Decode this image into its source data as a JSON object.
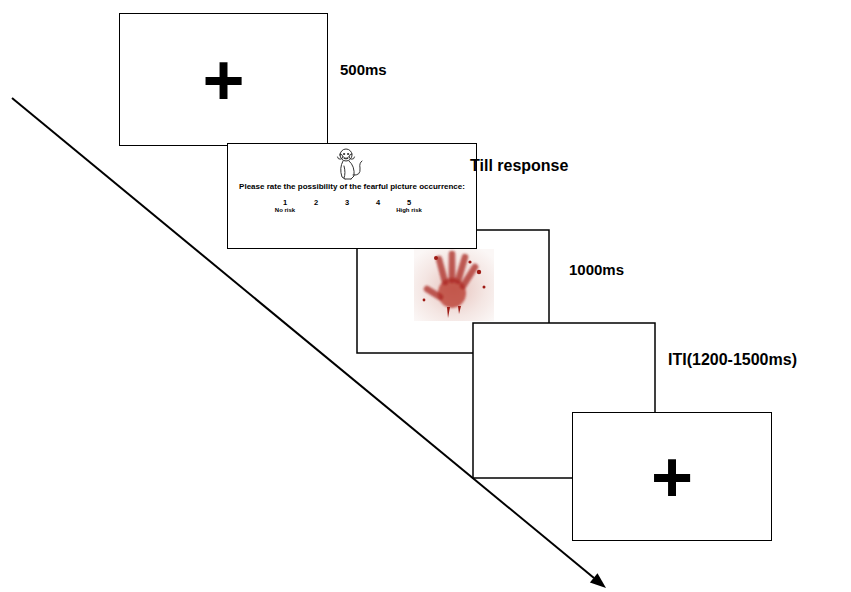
{
  "diagram": {
    "nodes": [
      {
        "text": [
          "+"
        ]
      },
      {
        "text": [
          "Please rate the possibility of the fearful picture occurrence:",
          "1",
          "No risk",
          "2",
          "3",
          "4",
          "5",
          "High risk"
        ]
      },
      {
        "text": [
          "+"
        ]
      }
    ],
    "labels": [
      "500ms",
      "Till response",
      "1000ms",
      "ITI(1200-1500ms)"
    ]
  }
}
